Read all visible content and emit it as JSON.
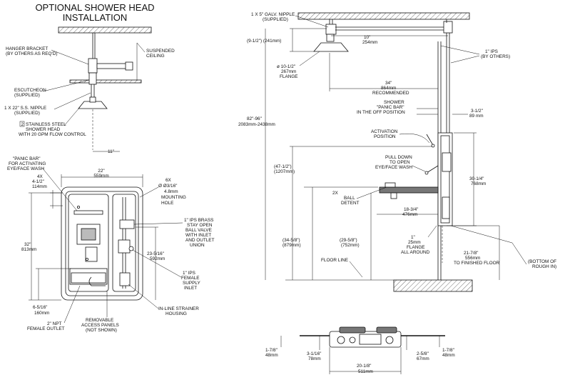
{
  "title": {
    "line1": "OPTIONAL SHOWER HEAD",
    "line2": "INSTALLATION"
  },
  "left_labels": {
    "hanger_bracket": [
      "HANGER BRACKET",
      "(BY OTHERS AS REQ'D)"
    ],
    "suspended_ceiling": [
      "SUSPENDED",
      "CEILING"
    ],
    "escutcheon": [
      "ESCUTCHEON",
      "(SUPPLIED)"
    ],
    "nipple": [
      "1 X 22\" S.S. NIPPLE",
      "(SUPPLIED)"
    ],
    "shower_head_num": "2",
    "shower_head": [
      "STAINLESS STEEL",
      "SHOWER HEAD",
      "WITH 20 GPM FLOW CONTROL"
    ],
    "center_dim": "11\"",
    "panic_bar": [
      "\"PANIC BAR\"",
      "FOR ACTIVATING",
      "EYE/FACE WASH"
    ],
    "width_dim": [
      "22\"",
      "559mm"
    ],
    "hole_dim": [
      "4X",
      "4-1/2\"",
      "114mm"
    ],
    "mounting_hole": [
      "6X",
      "Ø Ø3/16\"",
      "4.8mm",
      "MOUNTING",
      "HOLE"
    ],
    "height_dim": [
      "32\"",
      "813mm"
    ],
    "ball_valve": [
      "1\" IPS BRASS",
      "STAY OPEN",
      "BALL VALVE",
      "WITH INLET",
      "AND OUTLET",
      "UNION"
    ],
    "inlet_height": [
      "23-5/16\"",
      "592mm"
    ],
    "female_supply": [
      "1\" IPS",
      "FEMALE",
      "SUPPLY",
      "INLET"
    ],
    "bottom_dim": [
      "6-5/16\"",
      "160mm"
    ],
    "strainer": [
      "IN-LINE STRAINER",
      "HOUSING"
    ],
    "npt_outlet": [
      "2\" NPT",
      "FEMALE OUTLET"
    ],
    "access_panels": [
      "REMOVABLE",
      "ACCESS PANELS",
      "(NOT SHOWN)"
    ]
  },
  "right_labels": {
    "galv_nipple": [
      "1 X 5\" GALV. NIPPLE",
      "(SUPPLIED)"
    ],
    "head_drop": "(9-1/2\") (241mm)",
    "arm_length": [
      "10\"",
      "254mm"
    ],
    "ips_by_others": [
      "1\" IPS",
      "(BY OTHERS)"
    ],
    "flange_dia": [
      "ø 10-1/2\"",
      "267mm",
      "FLANGE"
    ],
    "recommended": [
      "34\"",
      "864mm",
      "RECOMMENDED"
    ],
    "shower_panic": [
      "SHOWER",
      "\"PANIC BAR\"",
      "IN THE OFF POSITION"
    ],
    "wall_offset": [
      "3-1/2\"",
      "89 mm"
    ],
    "overall_height": [
      "82\"-96\"",
      "2083mm-2438mm"
    ],
    "activation": [
      "ACTIVATION",
      "POSITION"
    ],
    "pull_down": [
      "PULL DOWN",
      "TO OPEN",
      "EYE/FACE WASH"
    ],
    "h_47": [
      "(47-1/2\")",
      "(1207mm)"
    ],
    "panel_height": [
      "30-1/4\"",
      "768mm"
    ],
    "ball_detent": [
      "2X",
      "BALL",
      "DETENT"
    ],
    "bowl_depth": [
      "18-3/4\"",
      "476mm"
    ],
    "h_34": [
      "(34-5/8\")",
      "(879mm)"
    ],
    "h_29": [
      "(29-5/8\")",
      "(752mm)"
    ],
    "flange_all_around": [
      "1\"",
      "25mm",
      "FLANGE",
      "ALL AROUND"
    ],
    "floor_line": "FLOOR LINE",
    "to_floor": [
      "21-7/8\"",
      "556mm",
      "TO FINISHED FLOOR"
    ],
    "rough_in": [
      "(BOTTOM OF",
      "ROUGH IN)"
    ]
  },
  "bottom_labels": {
    "d_left": [
      "1-7/8\"",
      "48mm"
    ],
    "d_3116": [
      "3-1/16\"",
      "78mm"
    ],
    "d_258": [
      "2-5/8\"",
      "67mm"
    ],
    "d_right": [
      "1-7/8\"",
      "48mm"
    ],
    "d_total": [
      "20-1/8\"",
      "511mm"
    ]
  }
}
